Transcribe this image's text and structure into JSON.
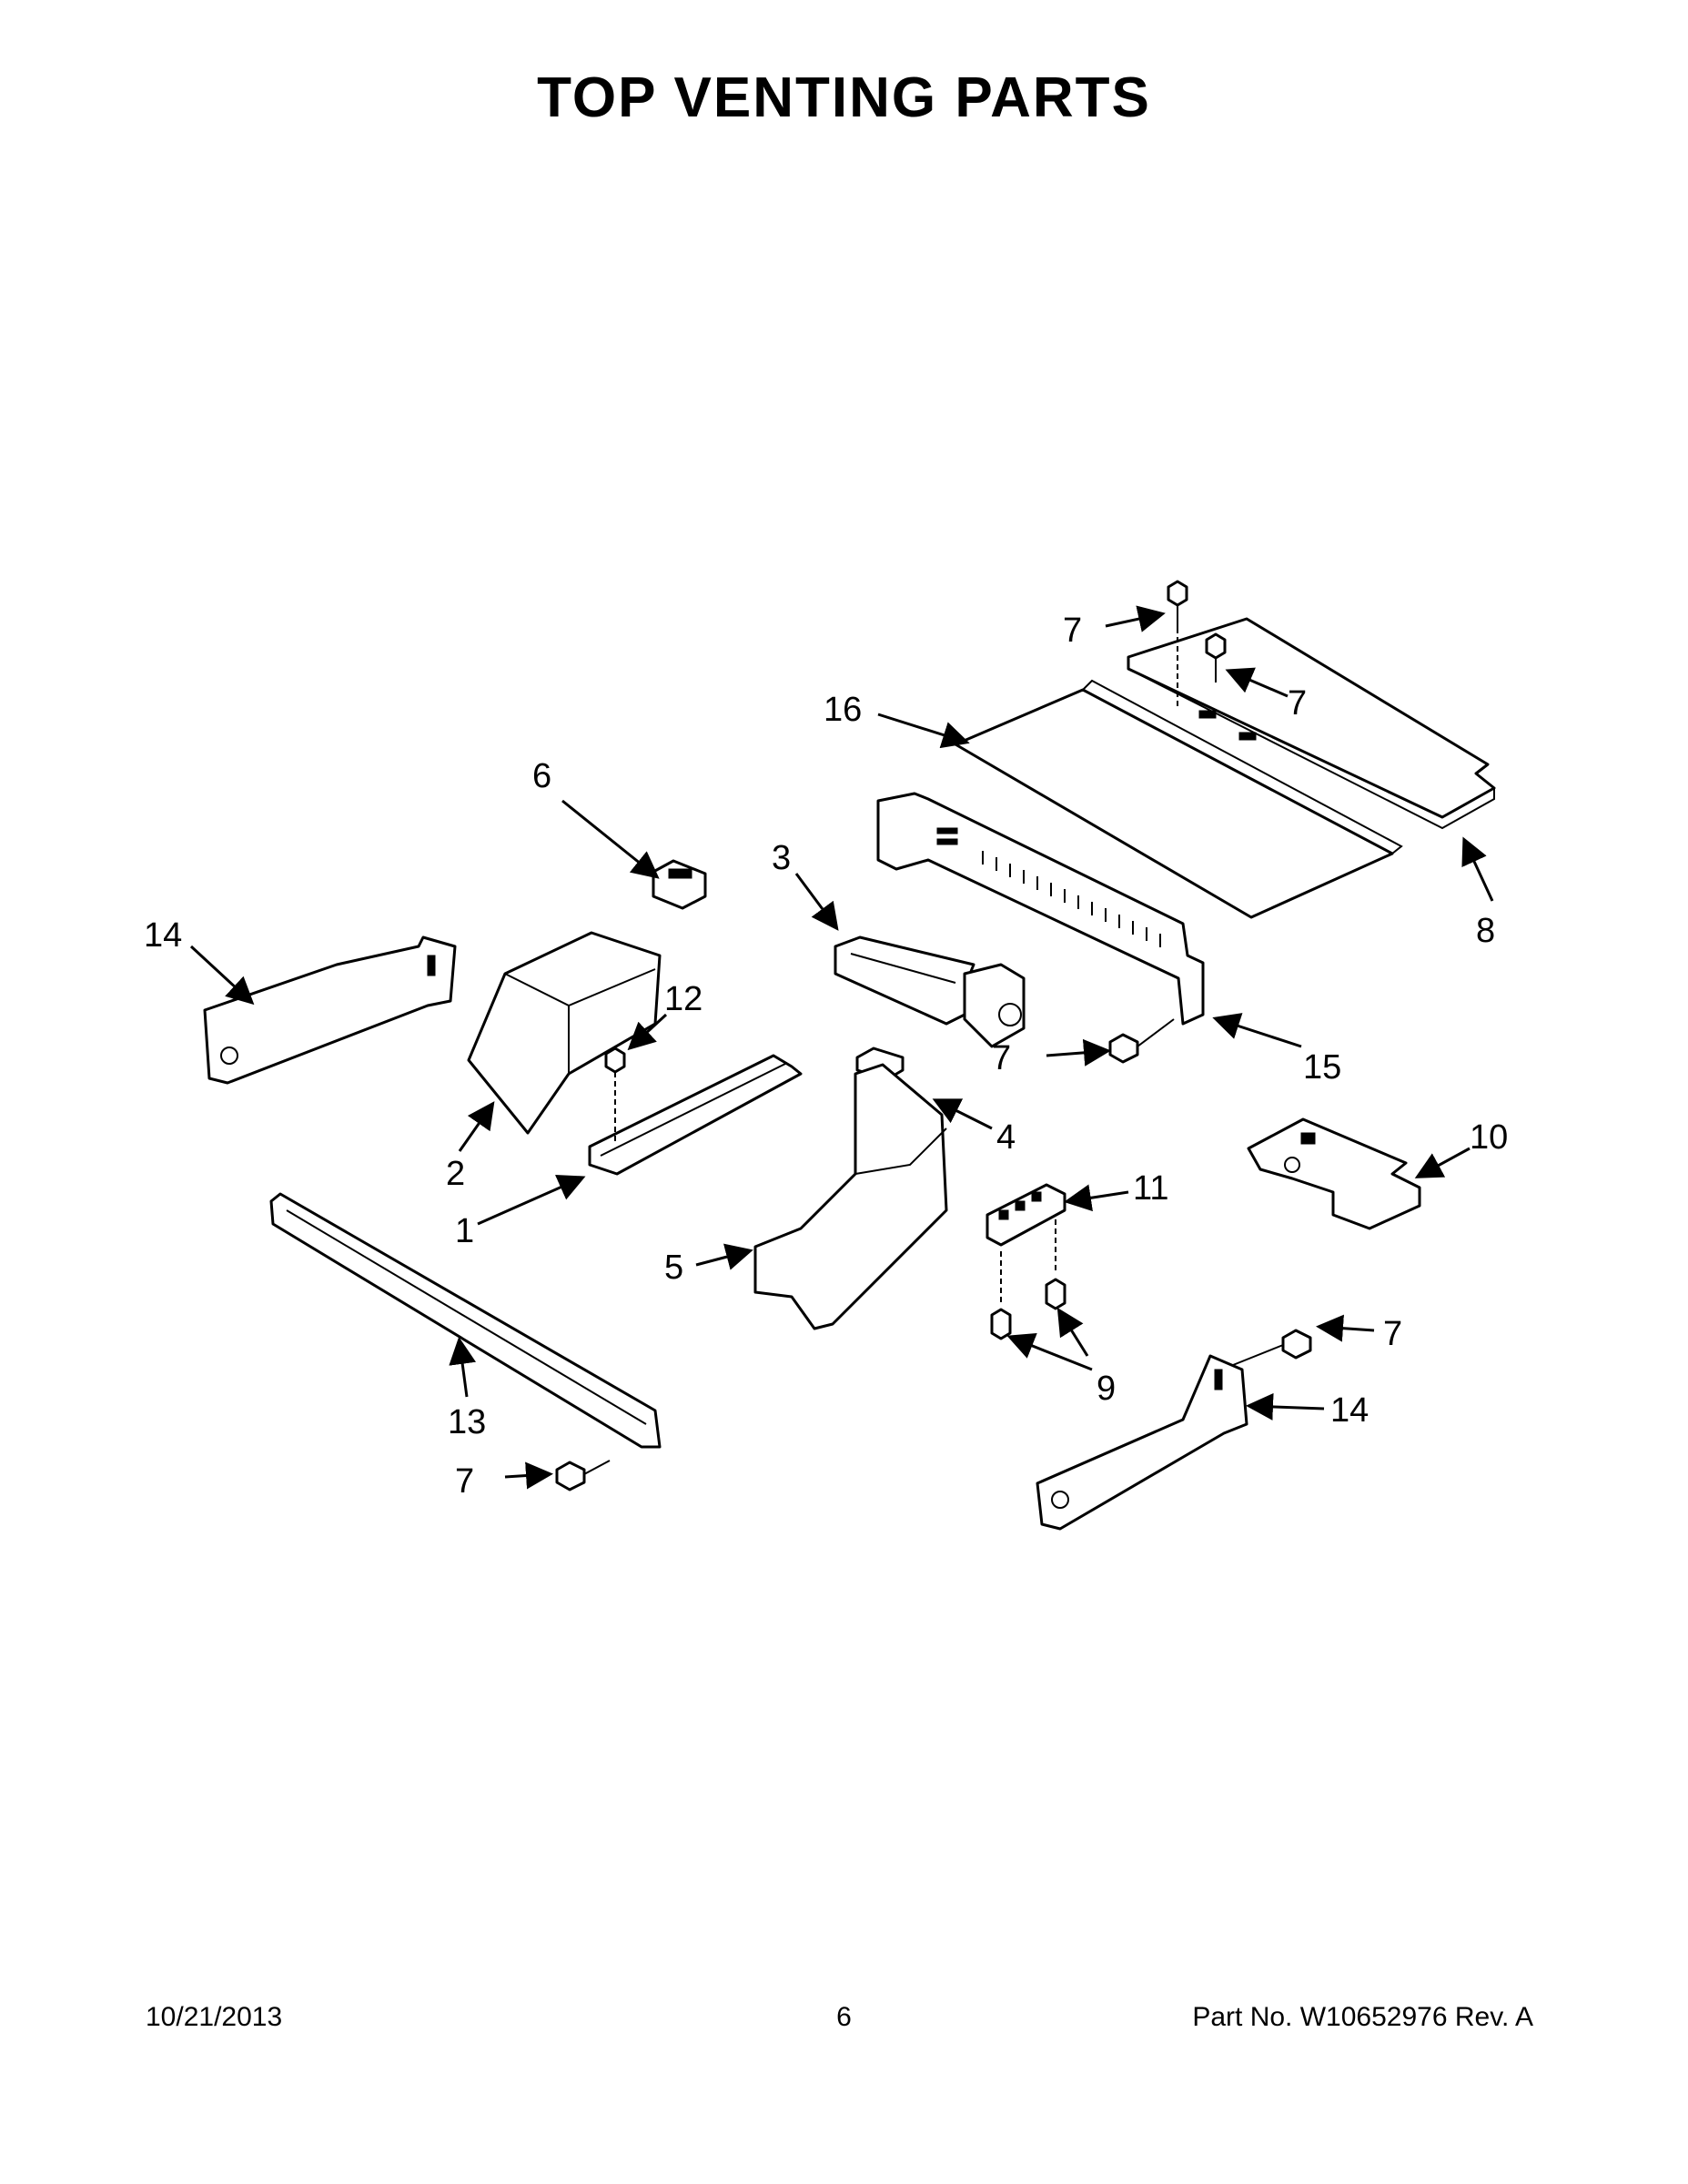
{
  "title": "TOP VENTING PARTS",
  "callouts": {
    "c1": "1",
    "c2": "2",
    "c3": "3",
    "c4": "4",
    "c5": "5",
    "c6": "6",
    "c7a": "7",
    "c7b": "7",
    "c7c": "7",
    "c7d": "7",
    "c7e": "7",
    "c8": "8",
    "c9": "9",
    "c10": "10",
    "c11": "11",
    "c12": "12",
    "c13": "13",
    "c14a": "14",
    "c14b": "14",
    "c15": "15",
    "c16": "16"
  },
  "footer": {
    "date": "10/21/2013",
    "page": "6",
    "part_no": "Part No.  W10652976  Rev.  A"
  }
}
